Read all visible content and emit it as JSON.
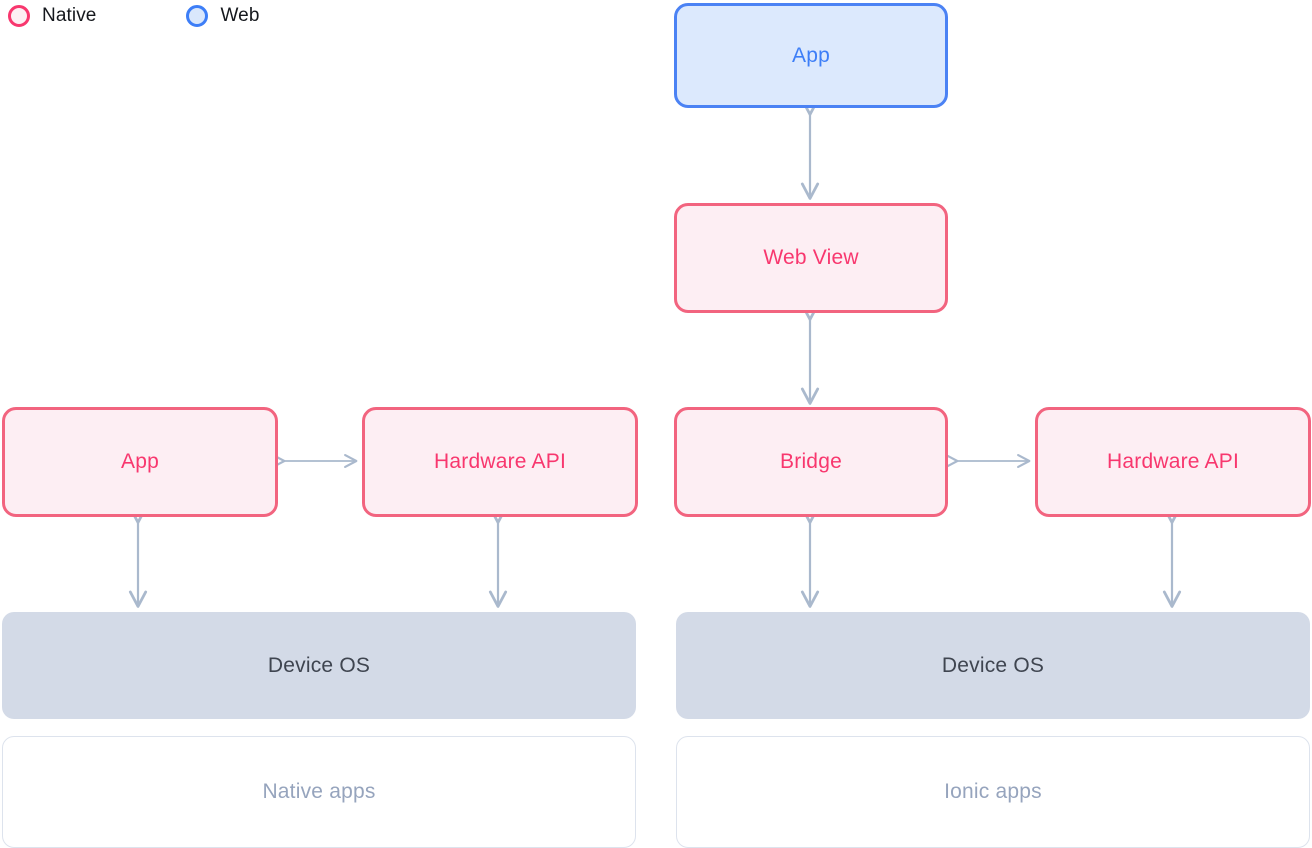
{
  "legend": {
    "items": [
      {
        "label": "Native",
        "icon": "circle-outline-icon",
        "color": "#f8376e",
        "fill": "#fdeff3"
      },
      {
        "label": "Web",
        "icon": "circle-outline-icon",
        "color": "#3d7ef7",
        "fill": "#d9e7fc"
      }
    ]
  },
  "colors": {
    "native_border": "#f2647f",
    "native_fill": "#fdeef3",
    "native_text": "#f8376e",
    "web_border": "#4b82f4",
    "web_fill": "#dce9fd",
    "web_text": "#3d7ef7",
    "os_fill": "#d3dae7",
    "os_text": "#3f4550",
    "muted_text": "#96a4bd",
    "outline_border": "#dde3ed",
    "arrow": "#aab9cd"
  },
  "columns": {
    "native": {
      "caption": "Native apps",
      "os_label": "Device OS",
      "boxes": [
        {
          "label": "App",
          "kind": "native"
        },
        {
          "label": "Hardware API",
          "kind": "native"
        }
      ]
    },
    "ionic": {
      "caption": "Ionic apps",
      "os_label": "Device OS",
      "boxes": [
        {
          "label": "App",
          "kind": "web"
        },
        {
          "label": "Web View",
          "kind": "native"
        },
        {
          "label": "Bridge",
          "kind": "native"
        },
        {
          "label": "Hardware API",
          "kind": "native"
        }
      ]
    }
  },
  "connections": [
    {
      "name": "app-to-webview",
      "direction": "vertical",
      "bidirectional": true
    },
    {
      "name": "webview-to-bridge",
      "direction": "vertical",
      "bidirectional": true
    },
    {
      "name": "bridge-to-hardware-api",
      "direction": "horizontal",
      "bidirectional": true
    },
    {
      "name": "bridge-to-device-os",
      "direction": "vertical",
      "bidirectional": true
    },
    {
      "name": "hardware-api-to-device-os",
      "direction": "vertical",
      "bidirectional": true
    },
    {
      "name": "native-app-to-hardware-api",
      "direction": "horizontal",
      "bidirectional": true
    },
    {
      "name": "native-app-to-device-os",
      "direction": "vertical",
      "bidirectional": true
    },
    {
      "name": "native-hardware-api-to-device-os",
      "direction": "vertical",
      "bidirectional": true
    }
  ]
}
